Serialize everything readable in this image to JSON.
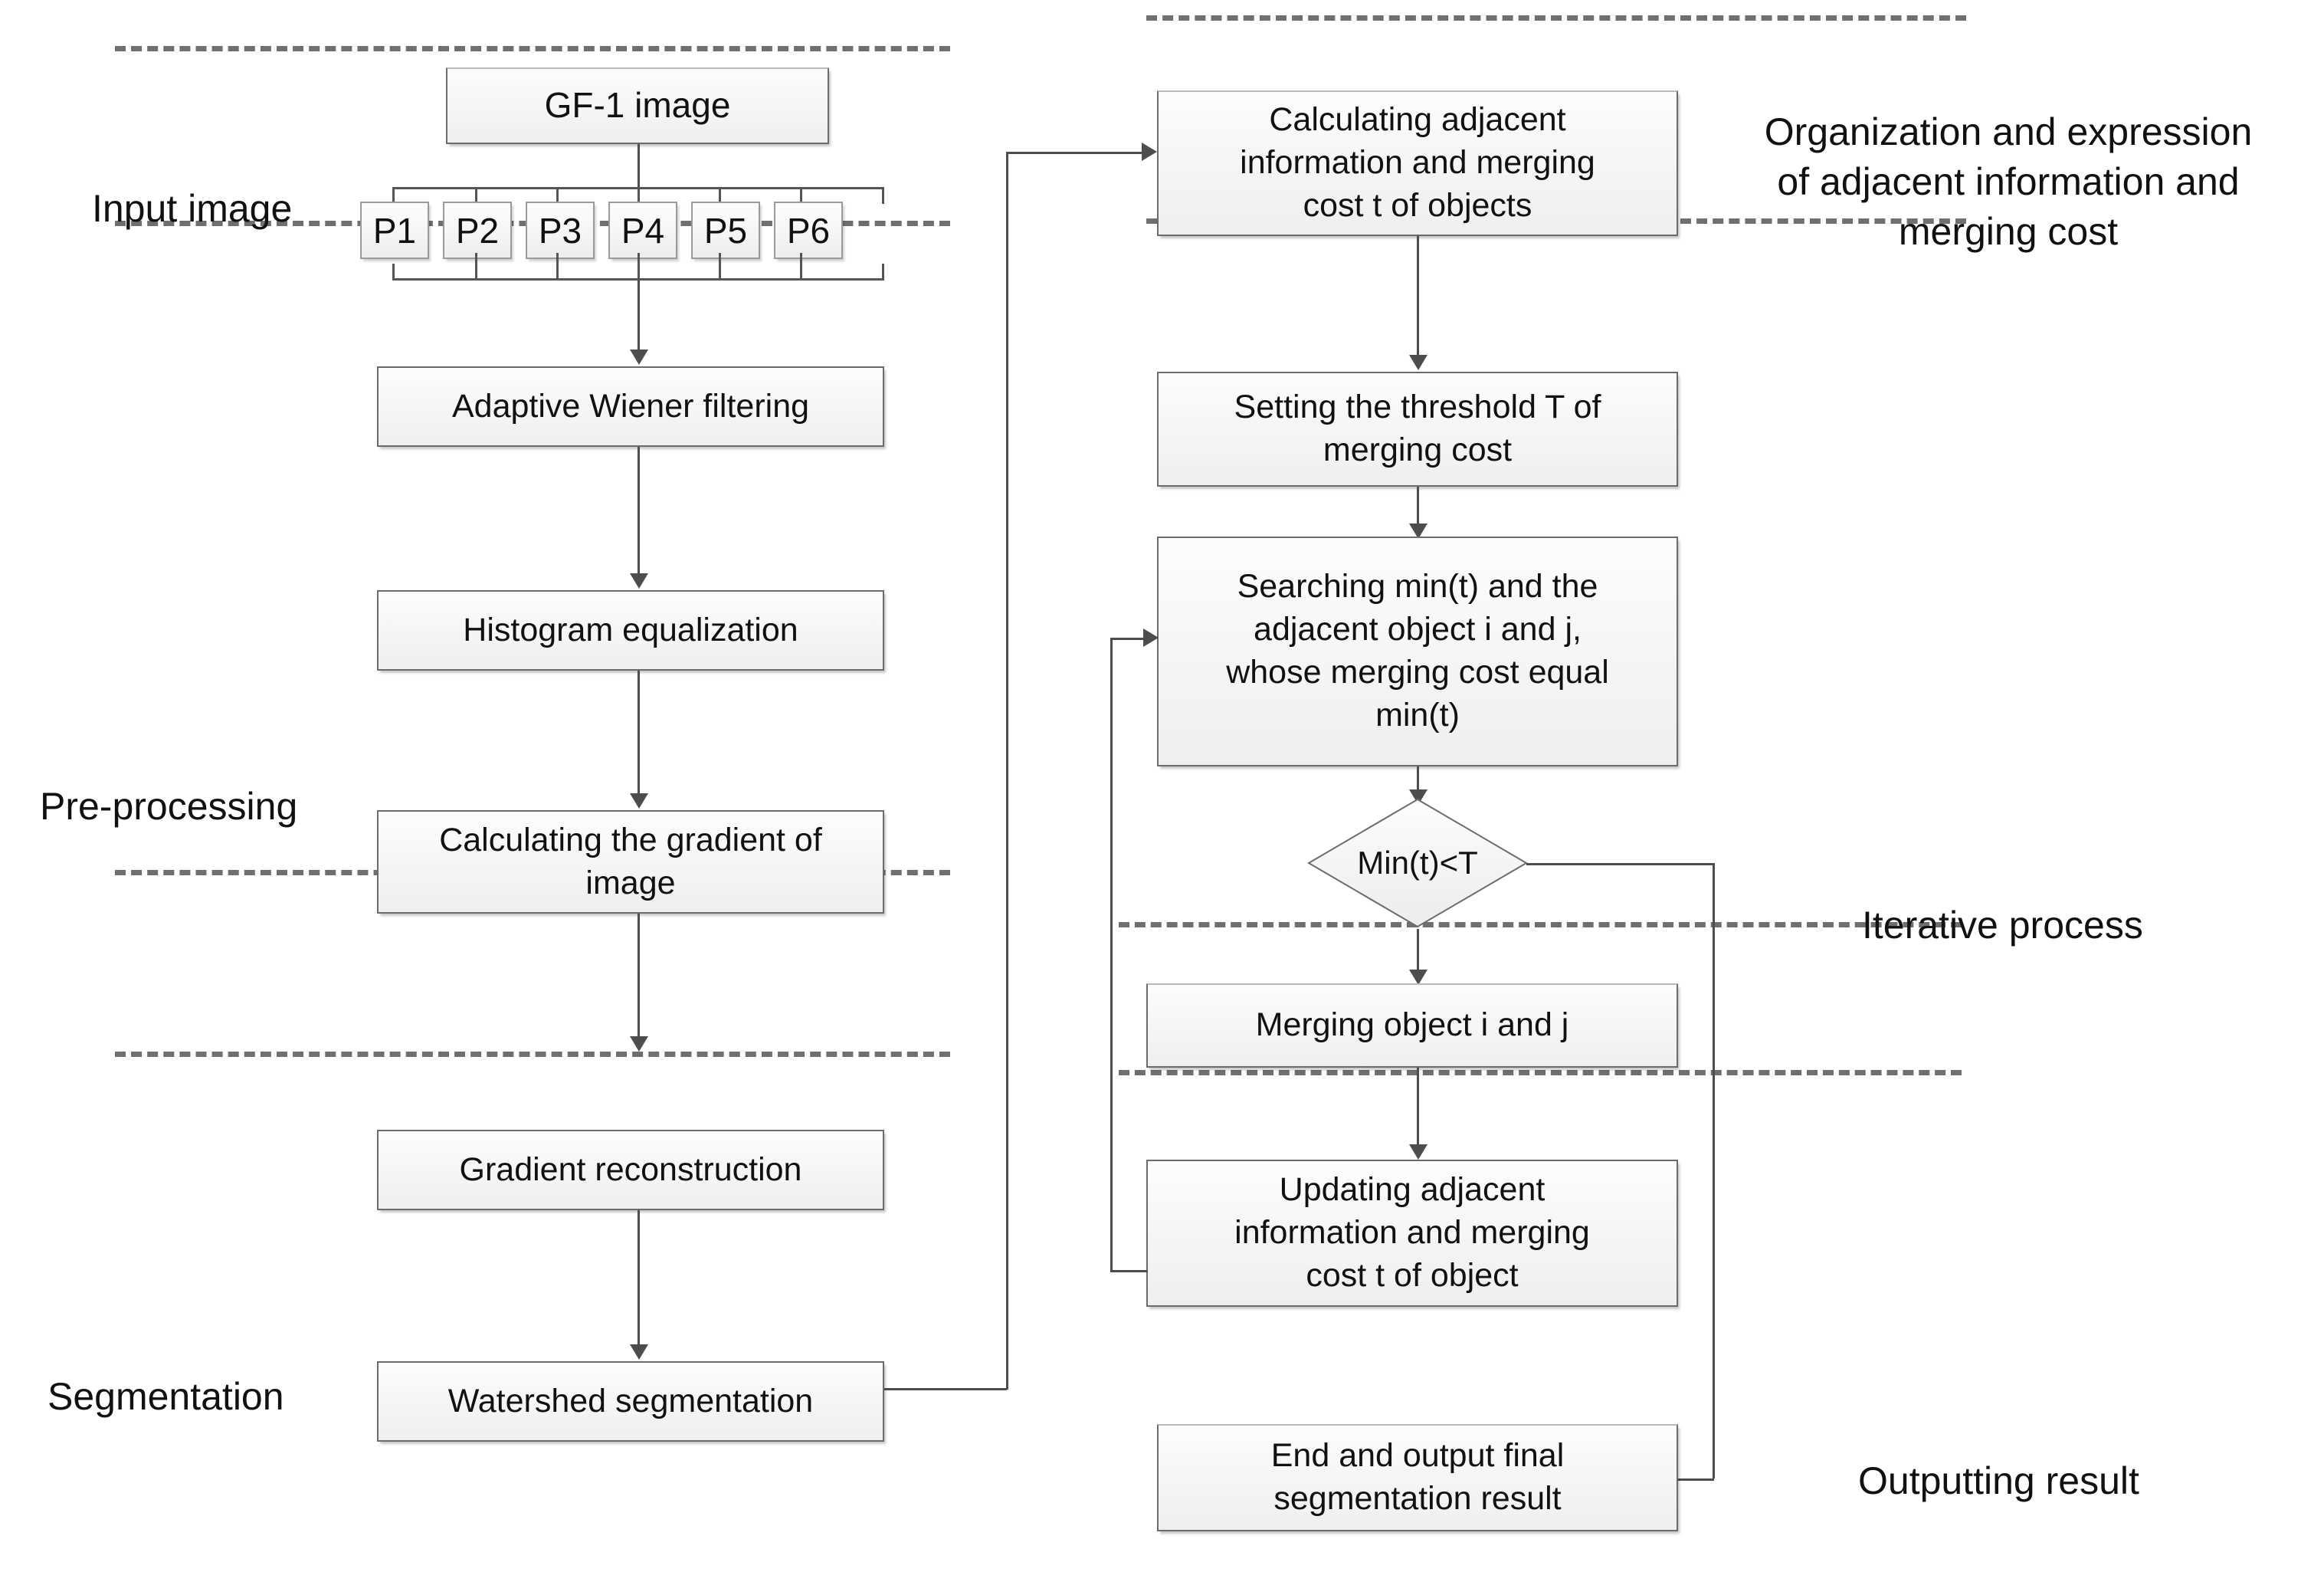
{
  "diagram": {
    "title": "Object-oriented segmentation workflow of GF-1 image",
    "stage_labels": [
      {
        "id": "input-image",
        "text": "Input image"
      },
      {
        "id": "pre-processing",
        "text": "Pre-processing"
      },
      {
        "id": "segmentation",
        "text": "Segmentation"
      },
      {
        "id": "organization",
        "text": "Organization and expression\nof adjacent information and\nmerging cost"
      },
      {
        "id": "iterative-process",
        "text": "Iterative process"
      },
      {
        "id": "outputting-result",
        "text": "Outputting result"
      }
    ],
    "left_column": {
      "source_box": {
        "id": "gf1-image",
        "text": "GF-1  image"
      },
      "patches": [
        {
          "id": "p1",
          "text": "P1"
        },
        {
          "id": "p2",
          "text": "P2"
        },
        {
          "id": "p3",
          "text": "P3"
        },
        {
          "id": "p4",
          "text": "P4"
        },
        {
          "id": "p5",
          "text": "P5"
        },
        {
          "id": "p6",
          "text": "P6"
        }
      ],
      "steps": [
        {
          "id": "adaptive-wiener-filtering",
          "text": "Adaptive Wiener filtering"
        },
        {
          "id": "histogram-equalization",
          "text": "Histogram equalization"
        },
        {
          "id": "calculating-gradient",
          "text": "Calculating the gradient of\nimage"
        },
        {
          "id": "gradient-reconstruction",
          "text": "Gradient reconstruction"
        },
        {
          "id": "watershed-segmentation",
          "text": "Watershed segmentation"
        }
      ]
    },
    "right_column": {
      "steps": [
        {
          "id": "calculating-adjacent-info",
          "text": "Calculating adjacent\ninformation and merging\ncost t of objects"
        },
        {
          "id": "setting-threshold",
          "text": "Setting the threshold T of\nmerging cost"
        },
        {
          "id": "searching-min-t",
          "text": "Searching min(t) and the\nadjacent object i and j,\nwhose merging cost equal\nmin(t)"
        },
        {
          "id": "merging-object",
          "text": "Merging object i and j"
        },
        {
          "id": "updating-adjacent-info",
          "text": "Updating  adjacent\ninformation and merging\ncost t of object"
        },
        {
          "id": "end-output-result",
          "text": "End and output final\nsegmentation result"
        }
      ],
      "decision": {
        "id": "min-t-less-than-t",
        "text": "Min(t)<T"
      }
    },
    "colors": {
      "box_fill": "#f4f4f4",
      "box_border": "#6b6b6b",
      "connector": "#4d4d4d",
      "separator": "#6f6f6f",
      "text": "#111111",
      "background": "#ffffff"
    }
  }
}
